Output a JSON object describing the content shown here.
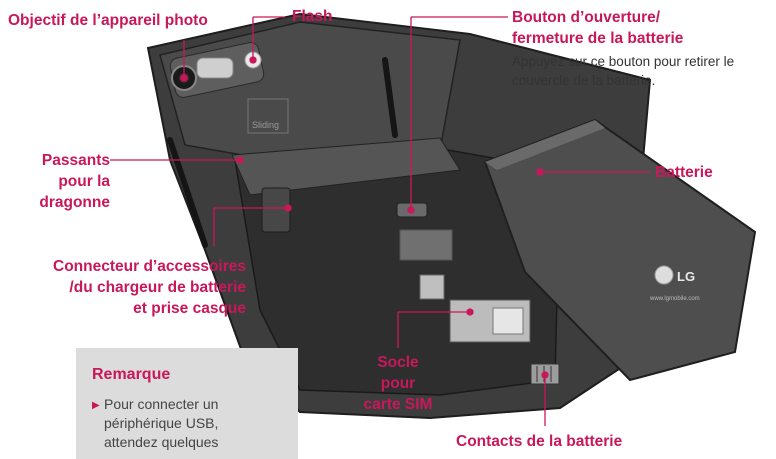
{
  "labels": {
    "camera_lens": "Objectif de l’appareil photo",
    "flash": "Flash",
    "battery_button_title": "Bouton d’ouverture/\nfermeture de la batterie",
    "battery_button_desc": "Appuyez sur ce bouton pour retirer le\ncouvercle de la batterie.",
    "strap_holes": "Passants pour la\ndragonne",
    "battery": "Batterie",
    "connector": "Connecteur d’accessoires\n/du chargeur de batterie\net prise casque",
    "sim_socket": "Socle pour\ncarte SIM",
    "battery_contacts": "Contacts de la batterie"
  },
  "note": {
    "title": "Remarque",
    "text": "Pour connecter un\npériphérique USB,\nattendez quelques"
  },
  "phone_marks": {
    "sliding": "Sliding",
    "brand": "LG",
    "website": "www.lgmobile.com"
  },
  "colors": {
    "accent": "#c8185a",
    "phone_dark": "#3a3a3a",
    "battery": "#4d4d4d"
  }
}
